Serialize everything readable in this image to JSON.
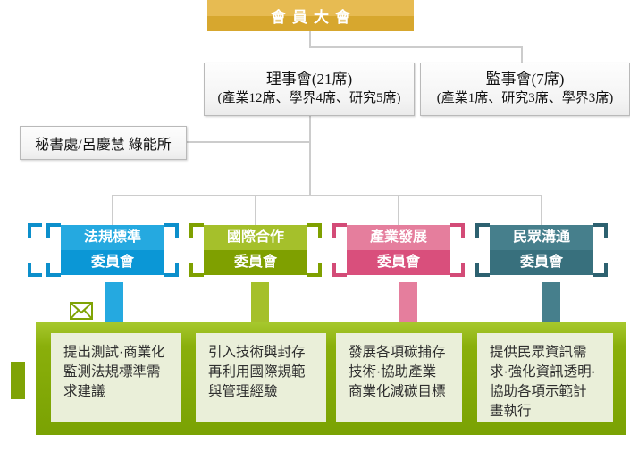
{
  "assembly": {
    "label": "會員大會",
    "color_top": "#e7bb52",
    "color_bottom": "#d7a72e"
  },
  "council": {
    "title": "理事會(21席)",
    "detail": "(產業12席、學界4席、研究5席)"
  },
  "supervisors": {
    "title": "監事會(7席)",
    "detail": "(產業1席、研究3席、學界3席)"
  },
  "secretariat": {
    "label": "秘書處/呂慶慧 綠能所"
  },
  "committees": [
    {
      "name_line1": "法規標準",
      "name_line2": "委員會",
      "light": "#25a9e0",
      "dark": "#0b97d6",
      "bracket": "#0c8fcb",
      "desc": "提出測試·商業化監測法規標準需求建議"
    },
    {
      "name_line1": "國際合作",
      "name_line2": "委員會",
      "light": "#a5c02b",
      "dark": "#7fa000",
      "bracket": "#7fa000",
      "desc": "引入技術與封存再利用國際規範與管理經驗"
    },
    {
      "name_line1": "產業發展",
      "name_line2": "委員會",
      "light": "#e57e9d",
      "dark": "#d94f7c",
      "bracket": "#d34b77",
      "desc": "發展各項碳捕存技術·協助產業商業化減碳目標"
    },
    {
      "name_line1": "民眾溝通",
      "name_line2": "委員會",
      "light": "#467f8c",
      "dark": "#38707d",
      "bracket": "#2d6170",
      "desc": "提供民眾資訊需求·強化資訊透明·協助各項示範計畫執行"
    }
  ],
  "decor": {
    "connector_color": "#cccccc",
    "panel_light": "#eaefd9",
    "envelope_color": "#7fa305",
    "side_bar_color": "#7fa305"
  }
}
